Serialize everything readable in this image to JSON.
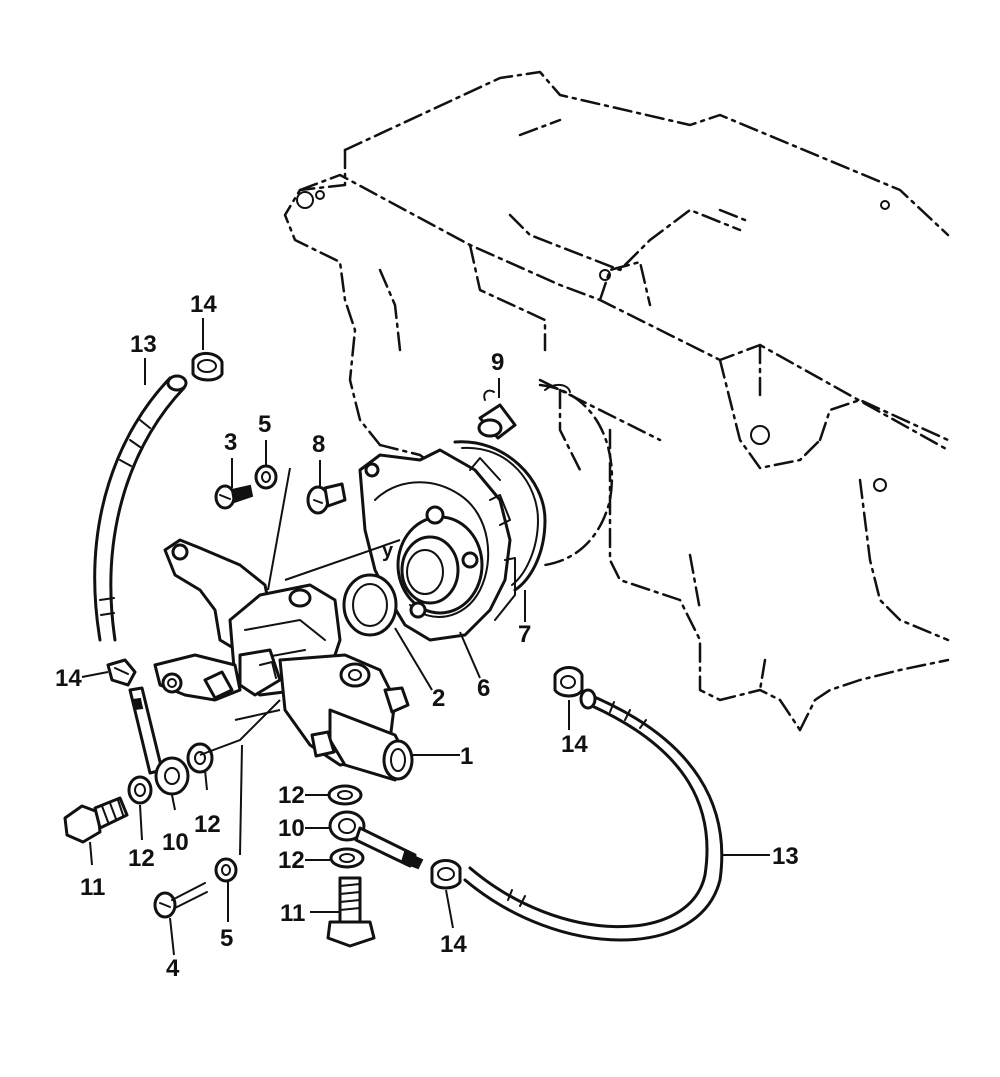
{
  "diagram": {
    "callouts": {
      "c1": "1",
      "c2": "2",
      "c3": "3",
      "c4": "4",
      "c5a": "5",
      "c5b": "5",
      "c6": "6",
      "c7": "7",
      "c8": "8",
      "c9": "9",
      "c10a": "10",
      "c10b": "10",
      "c11a": "11",
      "c11b": "11",
      "c12a": "12",
      "c12b": "12",
      "c12c": "12",
      "c12d": "12",
      "c13a": "13",
      "c13b": "13",
      "c14a": "14",
      "c14b": "14",
      "c14c": "14",
      "c14d": "14"
    },
    "shaft_mark": "y"
  }
}
